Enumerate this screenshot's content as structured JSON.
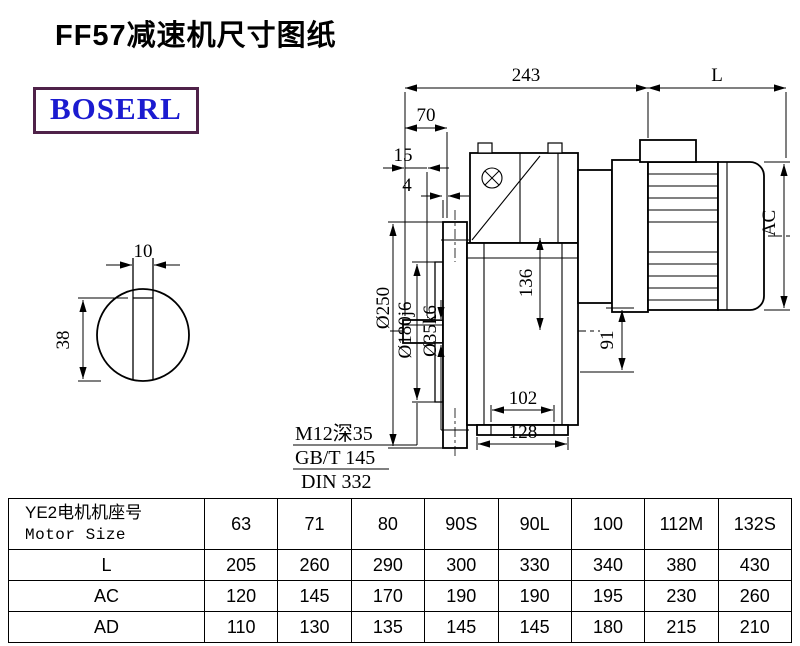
{
  "page": {
    "title": "FF57减速机尺寸图纸",
    "logo_text": "BOSERL"
  },
  "drawing": {
    "dim_243": "243",
    "dim_L": "L",
    "dim_70": "70",
    "dim_15": "15",
    "dim_4": "4",
    "dim_10": "10",
    "dim_38": "38",
    "dim_250": "Ø250",
    "dim_180": "Ø180j6",
    "dim_35": "Ø35k6",
    "dim_136": "136",
    "dim_AC": "AC",
    "dim_91": "91",
    "dim_102": "102",
    "dim_128": "128",
    "note_m12": "M12深35",
    "note_gb": "GB/T 145",
    "note_din": "DIN 332"
  },
  "table": {
    "header": {
      "line1": "YE2电机机座号",
      "line2": "Motor Size"
    },
    "motor_sizes": [
      "63",
      "71",
      "80",
      "90S",
      "90L",
      "100",
      "112M",
      "132S"
    ],
    "rows": [
      {
        "label": "L",
        "values": [
          "205",
          "260",
          "290",
          "300",
          "330",
          "340",
          "380",
          "430"
        ]
      },
      {
        "label": "AC",
        "values": [
          "120",
          "145",
          "170",
          "190",
          "190",
          "195",
          "230",
          "260"
        ]
      },
      {
        "label": "AD",
        "values": [
          "110",
          "130",
          "135",
          "145",
          "145",
          "180",
          "215",
          "210"
        ]
      }
    ]
  }
}
